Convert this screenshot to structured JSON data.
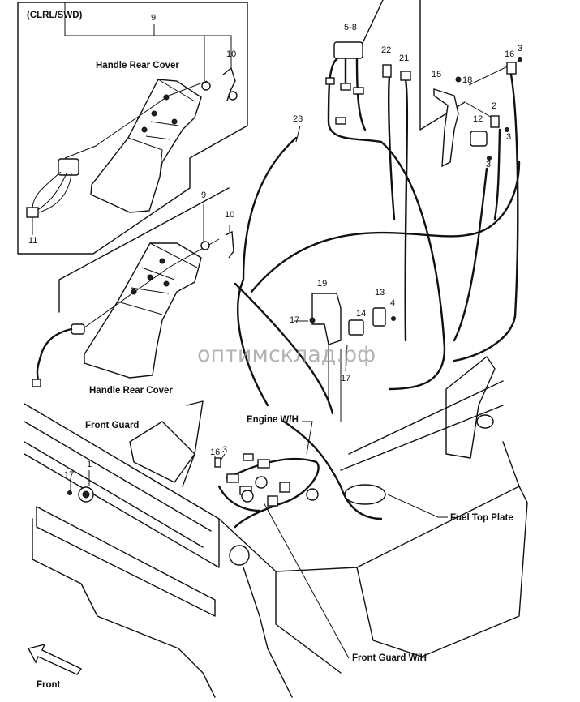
{
  "diagram": {
    "inset_label": "(CLRL/SWD)",
    "captions": {
      "handle_rear_cover_top": "Handle Rear Cover",
      "handle_rear_cover_mid": "Handle Rear Cover",
      "front_guard": "Front Guard",
      "engine_wh": "Engine W/H",
      "fuel_top_plate": "Fuel Top Plate",
      "front_guard_wh": "Front Guard W/H",
      "front": "Front"
    },
    "part_numbers": {
      "inset_9": "9",
      "inset_10": "10",
      "inset_11": "11",
      "mid_9": "9",
      "mid_10": "10",
      "p5_8": "5-8",
      "p22": "22",
      "p21": "21",
      "p23": "23",
      "p15": "15",
      "p18": "18",
      "p16_top": "16",
      "p3_top": "3",
      "p2": "2",
      "p12": "12",
      "p3_a": "3",
      "p3_b": "3",
      "p19": "19",
      "p13": "13",
      "p4": "4",
      "p17_a": "17",
      "p14": "14",
      "p17_b": "17",
      "p16_low": "16",
      "p3_low": "3",
      "p17_low": "17",
      "p1": "1"
    },
    "watermark": "оптимсклад.рф"
  }
}
